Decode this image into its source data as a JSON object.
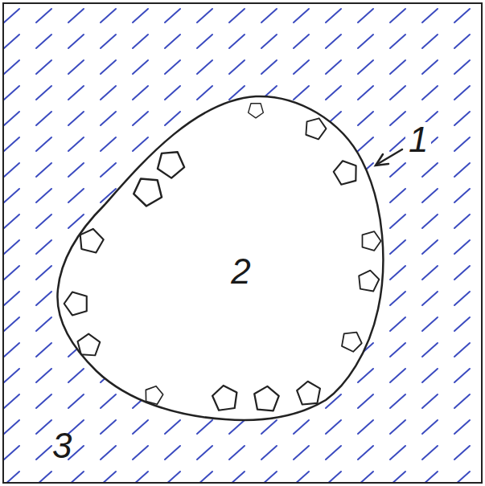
{
  "diagram": {
    "nodes": [
      {
        "text": [
          "3"
        ]
      },
      {
        "text": [
          "2"
        ],
        "in": 0
      }
    ],
    "labels": [
      "1"
    ]
  }
}
